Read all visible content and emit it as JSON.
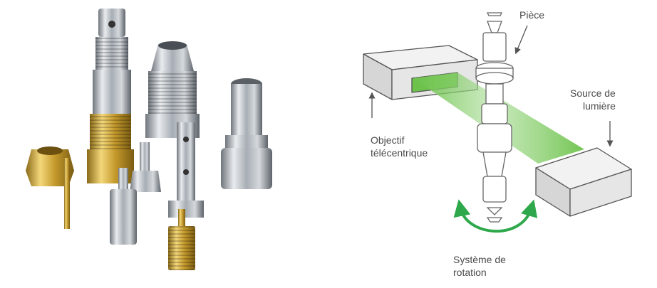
{
  "labels": {
    "piece": "Pièce",
    "source_line1": "Source de",
    "source_line2": "lumière",
    "objectif_line1": "Objectif",
    "objectif_line2": "télécentrique",
    "systeme_line1": "Système de",
    "systeme_line2": "rotation"
  },
  "colors": {
    "beam": "#6cc24a",
    "rotation_arrow": "#2ea84a",
    "box_fill": "#e6e6e6",
    "line": "#555555",
    "brass": "#c9a43a",
    "steel": "#b9bdc2"
  },
  "icons": {
    "arrow_piece": "down-arrow-icon",
    "arrow_source": "down-arrow-icon",
    "arrow_objectif": "up-arrow-icon",
    "rotation": "rotation-arrow-icon"
  }
}
